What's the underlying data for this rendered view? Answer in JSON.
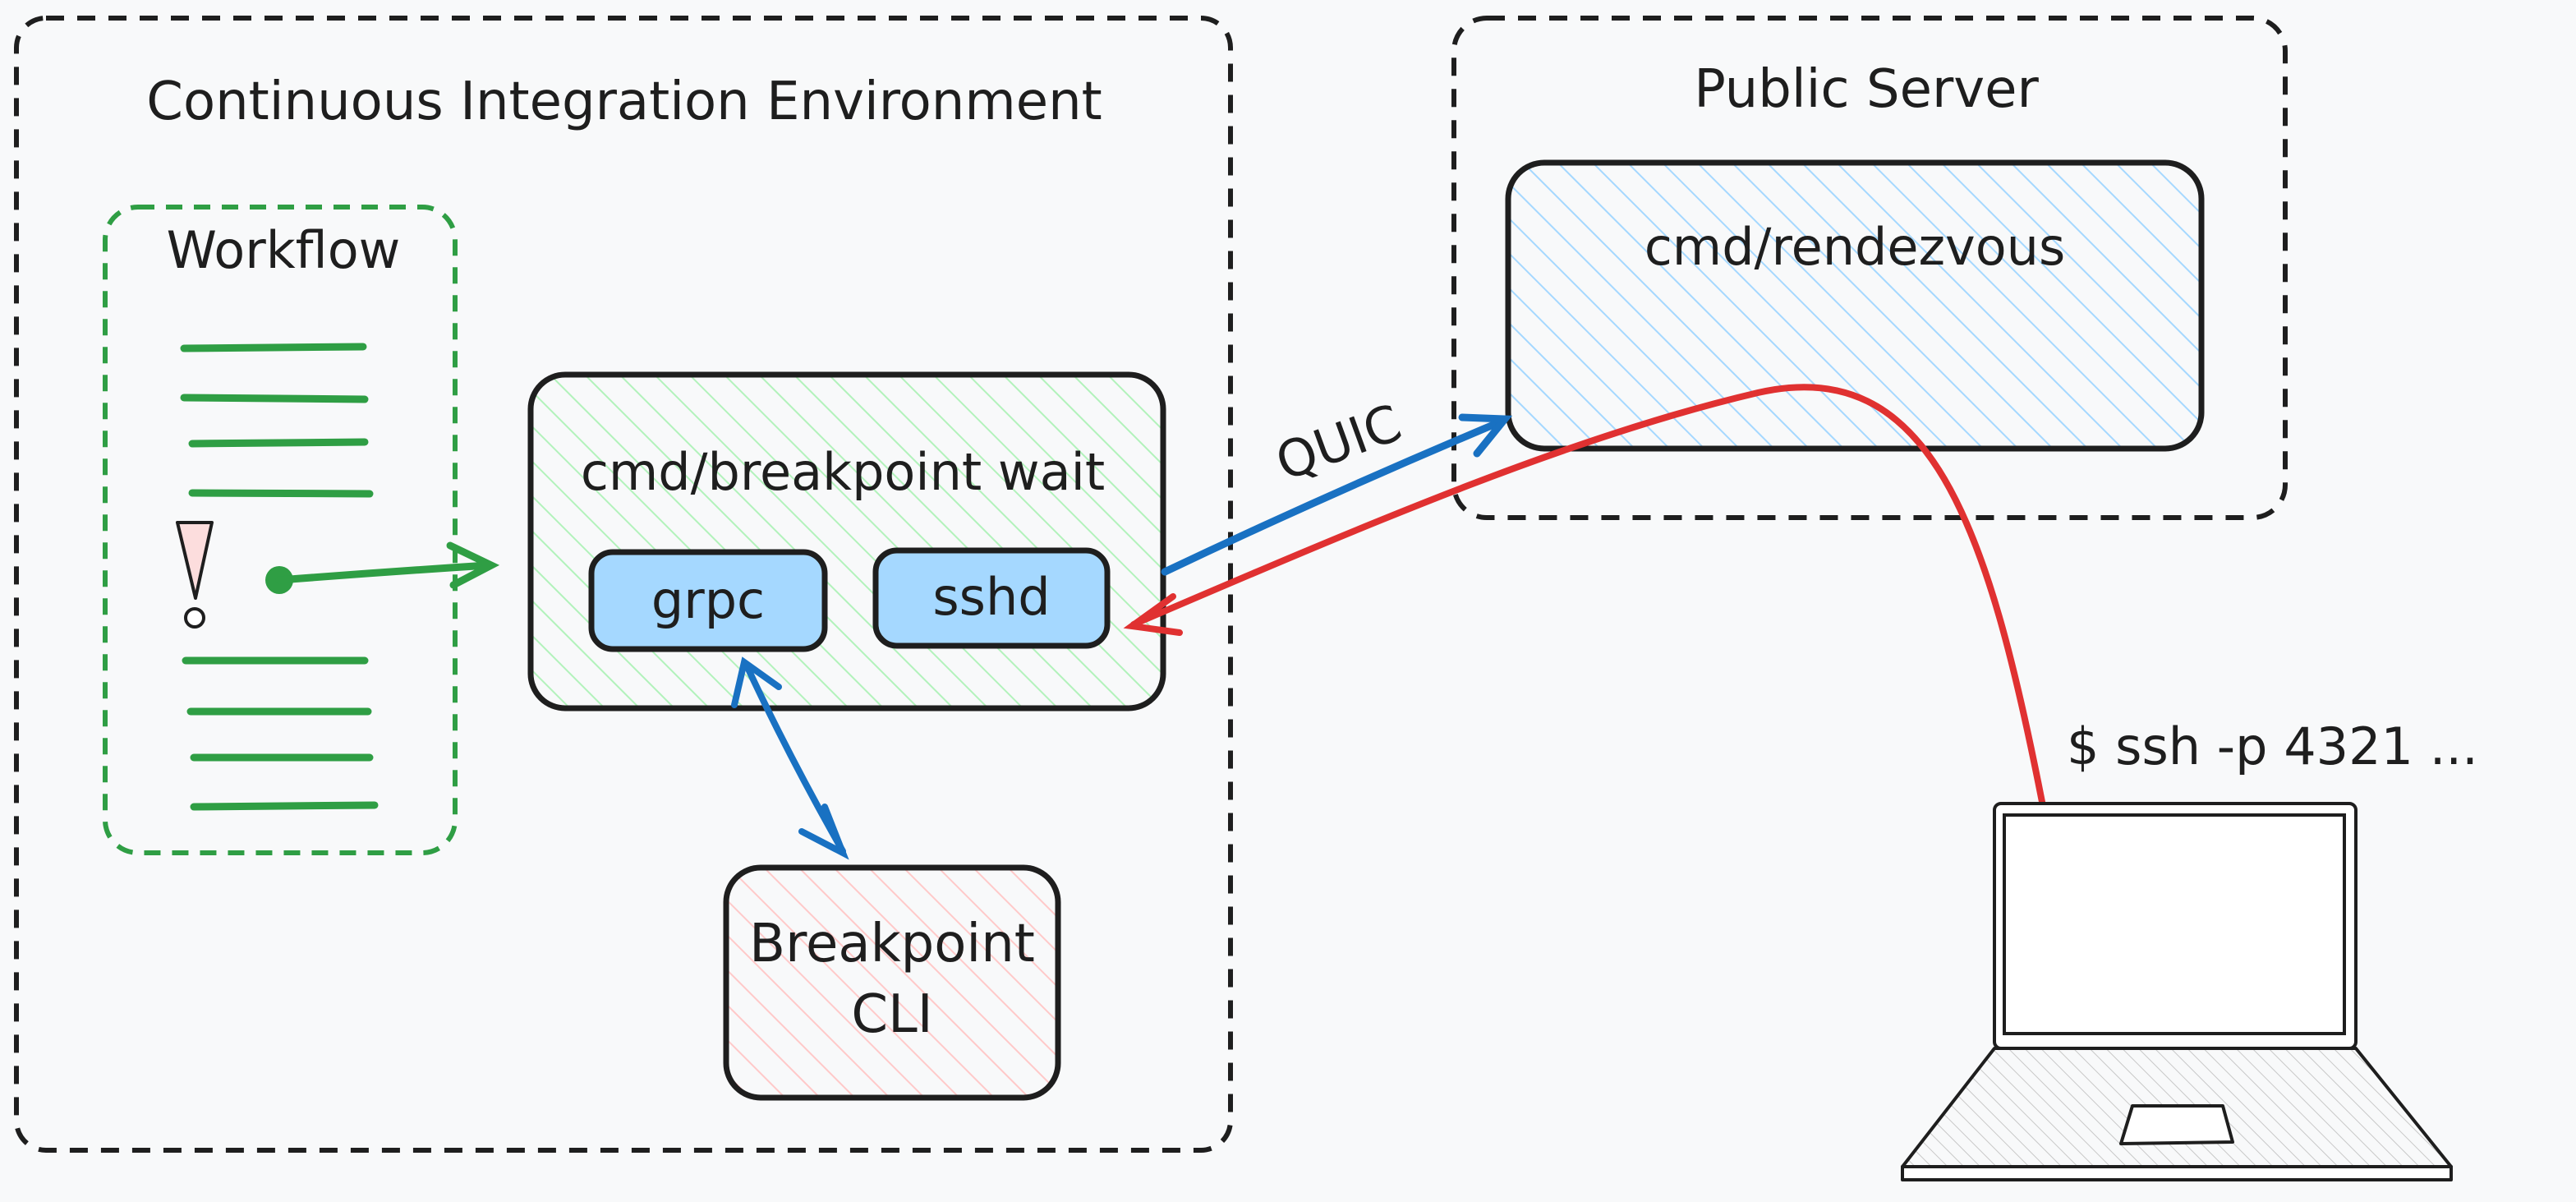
{
  "title": "",
  "ci_environment": {
    "label": "Continuous Integration Environment"
  },
  "workflow": {
    "label": "Workflow",
    "step_lines_before": 4,
    "step_lines_after": 4
  },
  "breakpoint_wait": {
    "label": "cmd/breakpoint wait",
    "grpc_label": "grpc",
    "sshd_label": "sshd"
  },
  "breakpoint_cli": {
    "line1": "Breakpoint",
    "line2": "CLI"
  },
  "public_server": {
    "label": "Public Server",
    "rendezvous_label": "cmd/rendezvous"
  },
  "connection": {
    "protocol_label": "QUIC"
  },
  "laptop": {
    "command": "$ ssh -p 4321 ..."
  },
  "colors": {
    "background": "#f8f9fa",
    "stroke": "#1e1e1e",
    "green": "#2f9e44",
    "green_hatch": "#b2f2bb",
    "blue": "#1971c2",
    "blue_fill": "#a5d8ff",
    "red": "#e03131",
    "red_hatch": "#ffc9c9"
  }
}
